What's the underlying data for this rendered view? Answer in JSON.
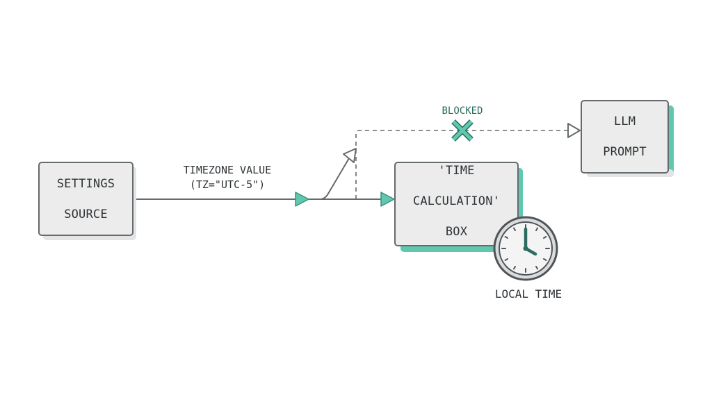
{
  "diagram": {
    "nodes": {
      "settings": {
        "line1": "SETTINGS",
        "line2": "SOURCE"
      },
      "time_calc": {
        "line1": "'TIME",
        "line2": "CALCULATION'",
        "line3": "BOX"
      },
      "llm": {
        "line1": "LLM",
        "line2": "PROMPT"
      }
    },
    "edges": {
      "timezone_value": {
        "line1": "TIMEZONE VALUE",
        "line2": "(TZ=\"UTC-5\")"
      },
      "blocked_label": "BLOCKED"
    },
    "clock_label": "LOCAL TIME"
  },
  "colors": {
    "accent": "#5fc8ae",
    "line": "#656a6d",
    "box_fill": "#ececec",
    "blocked_text": "#2c6b5f"
  },
  "icons": {
    "blocked_mark": "x-mark-icon",
    "clock": "clock-icon"
  }
}
